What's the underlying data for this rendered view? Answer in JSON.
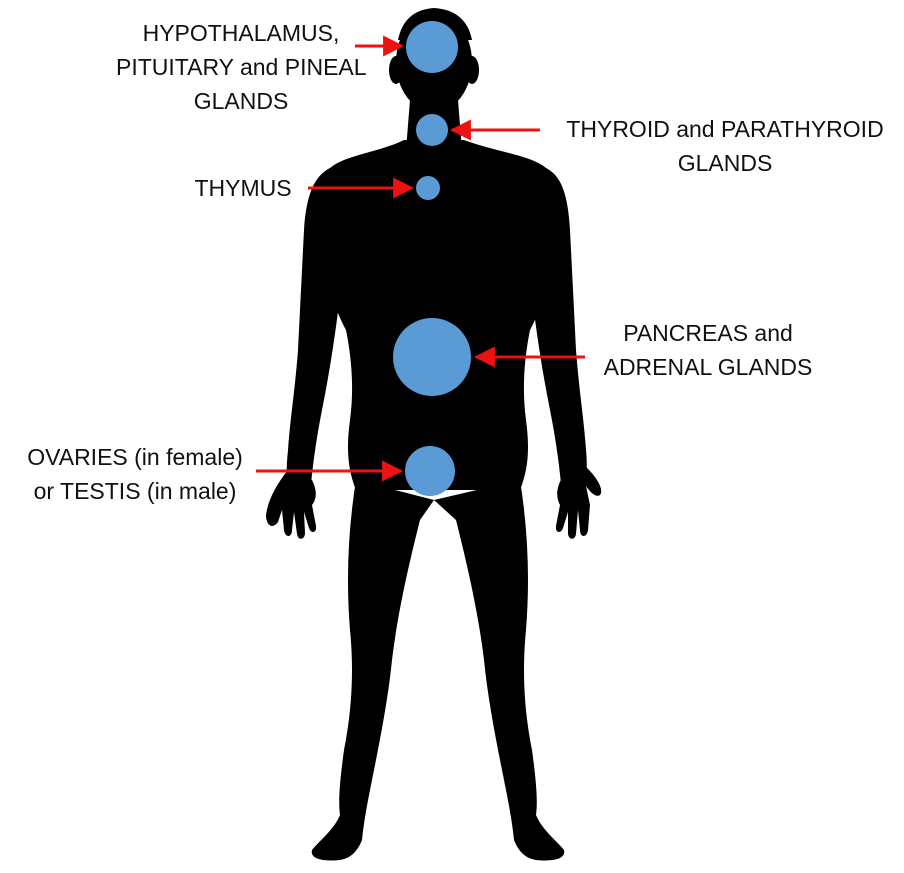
{
  "colors": {
    "silhouette": "#000000",
    "gland": "#5b9bd5",
    "arrow": "#ee1111",
    "background": "#ffffff"
  },
  "labels": {
    "hypothalamus": [
      "HYPOTHALAMUS,",
      "PITUITARY and PINEAL",
      "GLANDS"
    ],
    "thyroid": [
      "THYROID and PARATHYROID",
      "GLANDS"
    ],
    "thymus": [
      "THYMUS"
    ],
    "pancreas": [
      "PANCREAS and",
      "ADRENAL GLANDS"
    ],
    "ovaries": [
      "OVARIES (in female)",
      "or TESTIS (in male)"
    ]
  }
}
